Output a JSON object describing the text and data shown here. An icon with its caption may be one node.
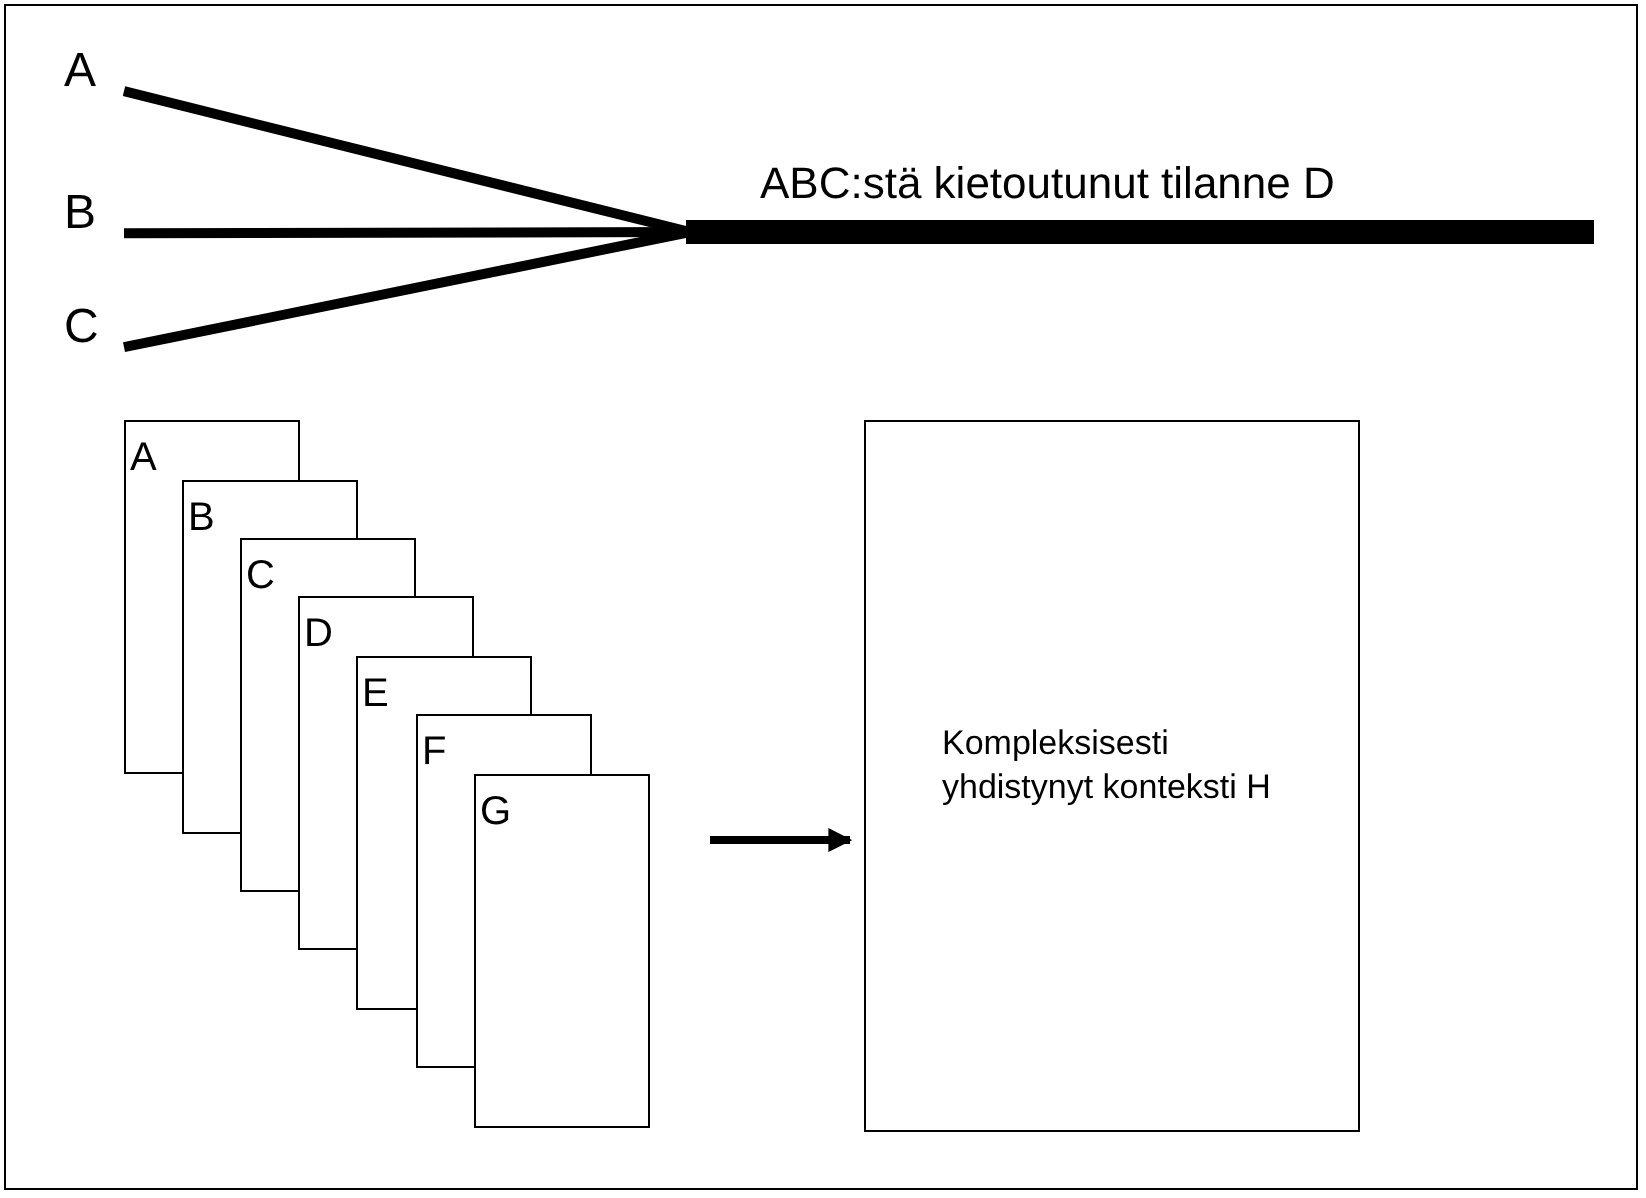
{
  "diagram": {
    "nodes": [
      {
        "text": [
          "A"
        ]
      },
      {
        "text": [
          "B"
        ]
      },
      {
        "text": [
          "C"
        ]
      },
      {
        "text": [
          "A"
        ]
      },
      {
        "text": [
          "B"
        ]
      },
      {
        "text": [
          "C"
        ]
      },
      {
        "text": [
          "D"
        ]
      },
      {
        "text": [
          "E"
        ]
      },
      {
        "text": [
          "F"
        ]
      },
      {
        "text": [
          "G"
        ]
      },
      {
        "text": [
          "Kompleksisesti yhdistynyt konteksti H"
        ]
      }
    ],
    "edges": [
      {
        "from": 0,
        "to": null,
        "arrow": "none"
      },
      {
        "from": 1,
        "to": null,
        "arrow": "none"
      },
      {
        "from": 2,
        "to": null,
        "arrow": "none"
      },
      {
        "from": 9,
        "to": 10,
        "arrow": "to"
      }
    ],
    "labels": [
      "ABC:stä kietoutunut tilanne D"
    ]
  }
}
